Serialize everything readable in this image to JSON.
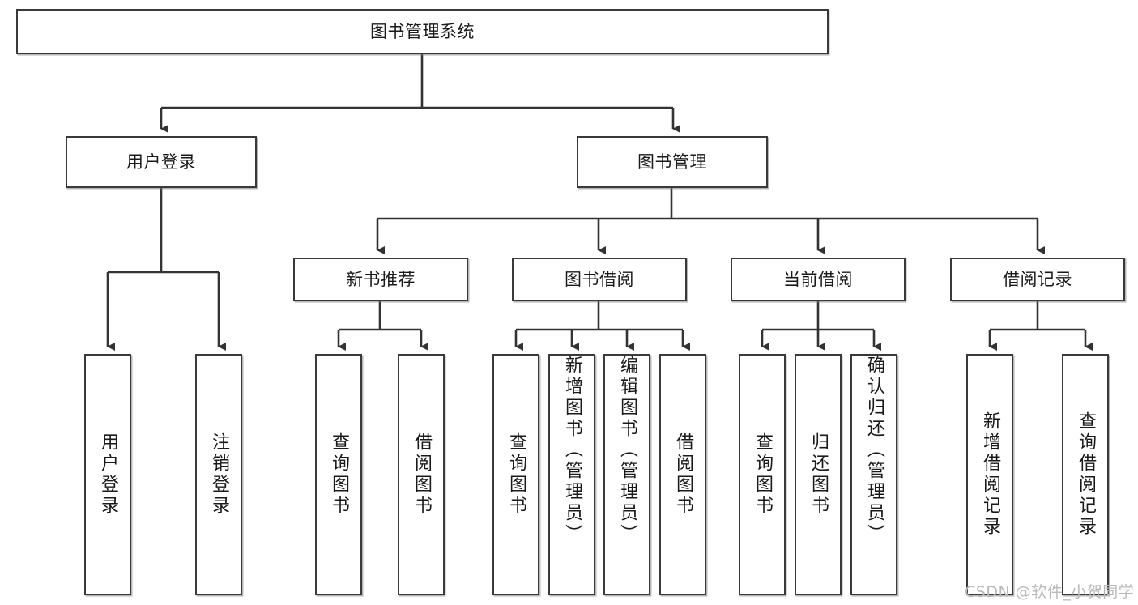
{
  "diagram": {
    "type": "tree-hierarchy-chart",
    "title": "图书管理系统",
    "watermark": "CSDN @软件_小贺同学",
    "colors": {
      "box_border": "#3a3a3a",
      "box_fill": "#ffffff",
      "connector": "#333333",
      "text": "#1a1a1a",
      "watermark": "#b9b9b9",
      "background": "#ffffff"
    },
    "root": {
      "label": "图书管理系统"
    },
    "level2": [
      {
        "label": "用户登录"
      },
      {
        "label": "图书管理"
      }
    ],
    "level3": [
      {
        "label": "新书推荐"
      },
      {
        "label": "图书借阅"
      },
      {
        "label": "当前借阅"
      },
      {
        "label": "借阅记录"
      }
    ],
    "leaves": {
      "user_login": [
        {
          "label": "用户登录"
        },
        {
          "label": "注销登录"
        }
      ],
      "new_book_recommend": [
        {
          "label": "查询图书"
        },
        {
          "label": "借阅图书"
        }
      ],
      "book_borrow": [
        {
          "label": "查询图书"
        },
        {
          "label": "新增图书（管理员）"
        },
        {
          "label": "编辑图书（管理员）"
        },
        {
          "label": "借阅图书"
        }
      ],
      "current_borrow": [
        {
          "label": "查询图书"
        },
        {
          "label": "归还图书"
        },
        {
          "label": "确认归还（管理员）"
        }
      ],
      "borrow_record": [
        {
          "label": "新增借阅记录"
        },
        {
          "label": "查询借阅记录"
        }
      ]
    }
  }
}
